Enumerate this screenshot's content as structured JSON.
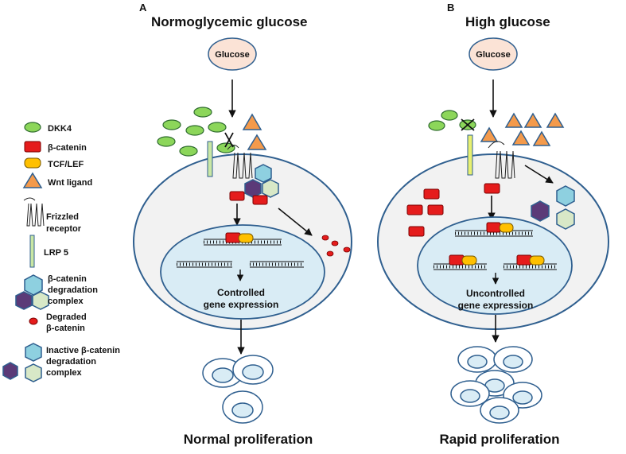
{
  "panels": [
    {
      "letter": "A",
      "title": "Normoglycemic  glucose",
      "glucose": "Glucose",
      "nucleus_line1": "Controlled",
      "nucleus_line2": "gene expression",
      "outcome": "Normal proliferation"
    },
    {
      "letter": "B",
      "title": "High glucose",
      "glucose": "Glucose",
      "nucleus_line1": "Uncontrolled",
      "nucleus_line2": "gene expression",
      "outcome": "Rapid proliferation"
    }
  ],
  "legend": {
    "dkk4": "DKK4",
    "beta_catenin": "β-catenin",
    "tcf_lef": "TCF/LEF",
    "wnt": "Wnt ligand",
    "frizzled_1": "Frizzled",
    "frizzled_2": "receptor",
    "lrp5": "LRP 5",
    "complex_1": "β-catenin",
    "complex_2": "degradation",
    "complex_3": "complex",
    "degraded_1": "Degraded",
    "degraded_2": "β-catenin",
    "inactive_1": "Inactive β-catenin",
    "inactive_2": "degradation",
    "inactive_3": "complex"
  },
  "colors": {
    "dkk4": "#8cd65a",
    "beta_catenin": "#e51c1c",
    "tcf_lef": "#ffc000",
    "wnt": "#f49a4b",
    "hex_blue": "#8ed0e0",
    "hex_green": "#d8e8c7",
    "hex_purple": "#5b3a78",
    "cell_fill": "#f2f2f2",
    "nucleus_fill": "#d9ecf5",
    "outline": "#2f5f8f"
  }
}
